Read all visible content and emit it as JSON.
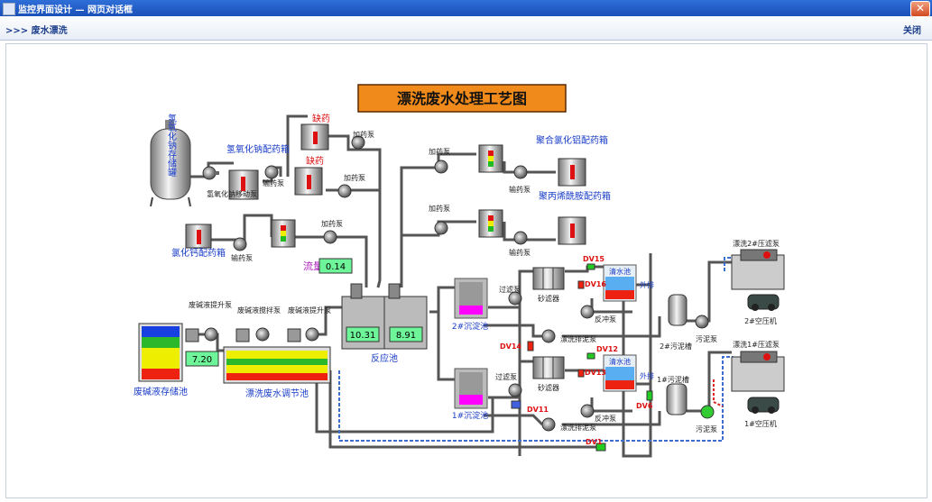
{
  "window": {
    "title": "监控界面设计 — 网页对话框"
  },
  "toolbar": {
    "breadcrumb": ">>> 废水漂洗",
    "close_label": "关闭"
  },
  "diagram": {
    "title": "漂洗废水处理工艺图",
    "tank_naoh_storage": "氢氧化钠存储罐",
    "pump_naoh_transfer": "氢氧化钠移动泵",
    "tank_naoh_mix": "氢氧化钠配药箱",
    "pump_dosing_1": "加药泵",
    "pump_dosing_2": "加药泵",
    "pump_dosing_3": "加药泵",
    "pump_dosing_4": "加药泵",
    "pump_dosing_5": "加药泵",
    "pump_feed_1": "输药泵",
    "pump_feed_2": "输药泵",
    "pump_feed_3": "输药泵",
    "pump_feed_4": "输药泵",
    "drug_shortage_1": "缺药",
    "drug_shortage_2": "缺药",
    "tank_pac": "聚合氯化铝配药箱",
    "tank_pam": "聚丙烯酰胺配药箱",
    "tank_cacl": "氯化钙配药箱",
    "flow_label": "流量",
    "flow_value": "0.14",
    "reaction_tank": "反应池",
    "reaction_left_value": "10.31",
    "reaction_right_value": "8.91",
    "waste_alkali_pool": "废碱液存储池",
    "waste_alkali_level": "7.20",
    "regulate_pool": "漂洗废水调节池",
    "lift_pump_1": "废碱液提升泵",
    "lift_pump_2": "废碱液搅拌泵",
    "lift_pump_3": "废碱液提升泵",
    "sed_tank_2": "2#沉淀池",
    "sed_tank_1": "1#沉淀池",
    "filter_pump_2": "过滤泵",
    "filter_pump_1": "过滤泵",
    "sand_filter_2": "砂滤器",
    "sand_filter_1": "砂滤器",
    "clear_pool_2": "清水池",
    "clear_pool_1": "清水池",
    "discharge_2": "外排",
    "discharge_1": "外排",
    "backwash_pump_2": "反冲泵",
    "backwash_pump_1": "反冲泵",
    "sludge_pump_2": "漂洗排泥泵",
    "sludge_pump_1": "漂洗排泥泵",
    "sludge_tank_2": "2#污泥槽",
    "sludge_tank_1": "1#污泥槽",
    "sludge_pump_small_2": "污泥泵",
    "sludge_pump_small_1": "污泥泵",
    "press_pump_2": "漂洗2#压滤泵",
    "press_pump_1": "漂洗1#压滤泵",
    "compressor_2": "2#空压机",
    "compressor_1": "1#空压机",
    "valve_dv15": "DV15",
    "valve_dv16": "DV16",
    "valve_dv14": "DV14",
    "valve_dv12": "DV12",
    "valve_dv13": "DV13",
    "valve_dv11": "DV11",
    "valve_dv6": "DV6",
    "valve_dv1": "DV1"
  }
}
